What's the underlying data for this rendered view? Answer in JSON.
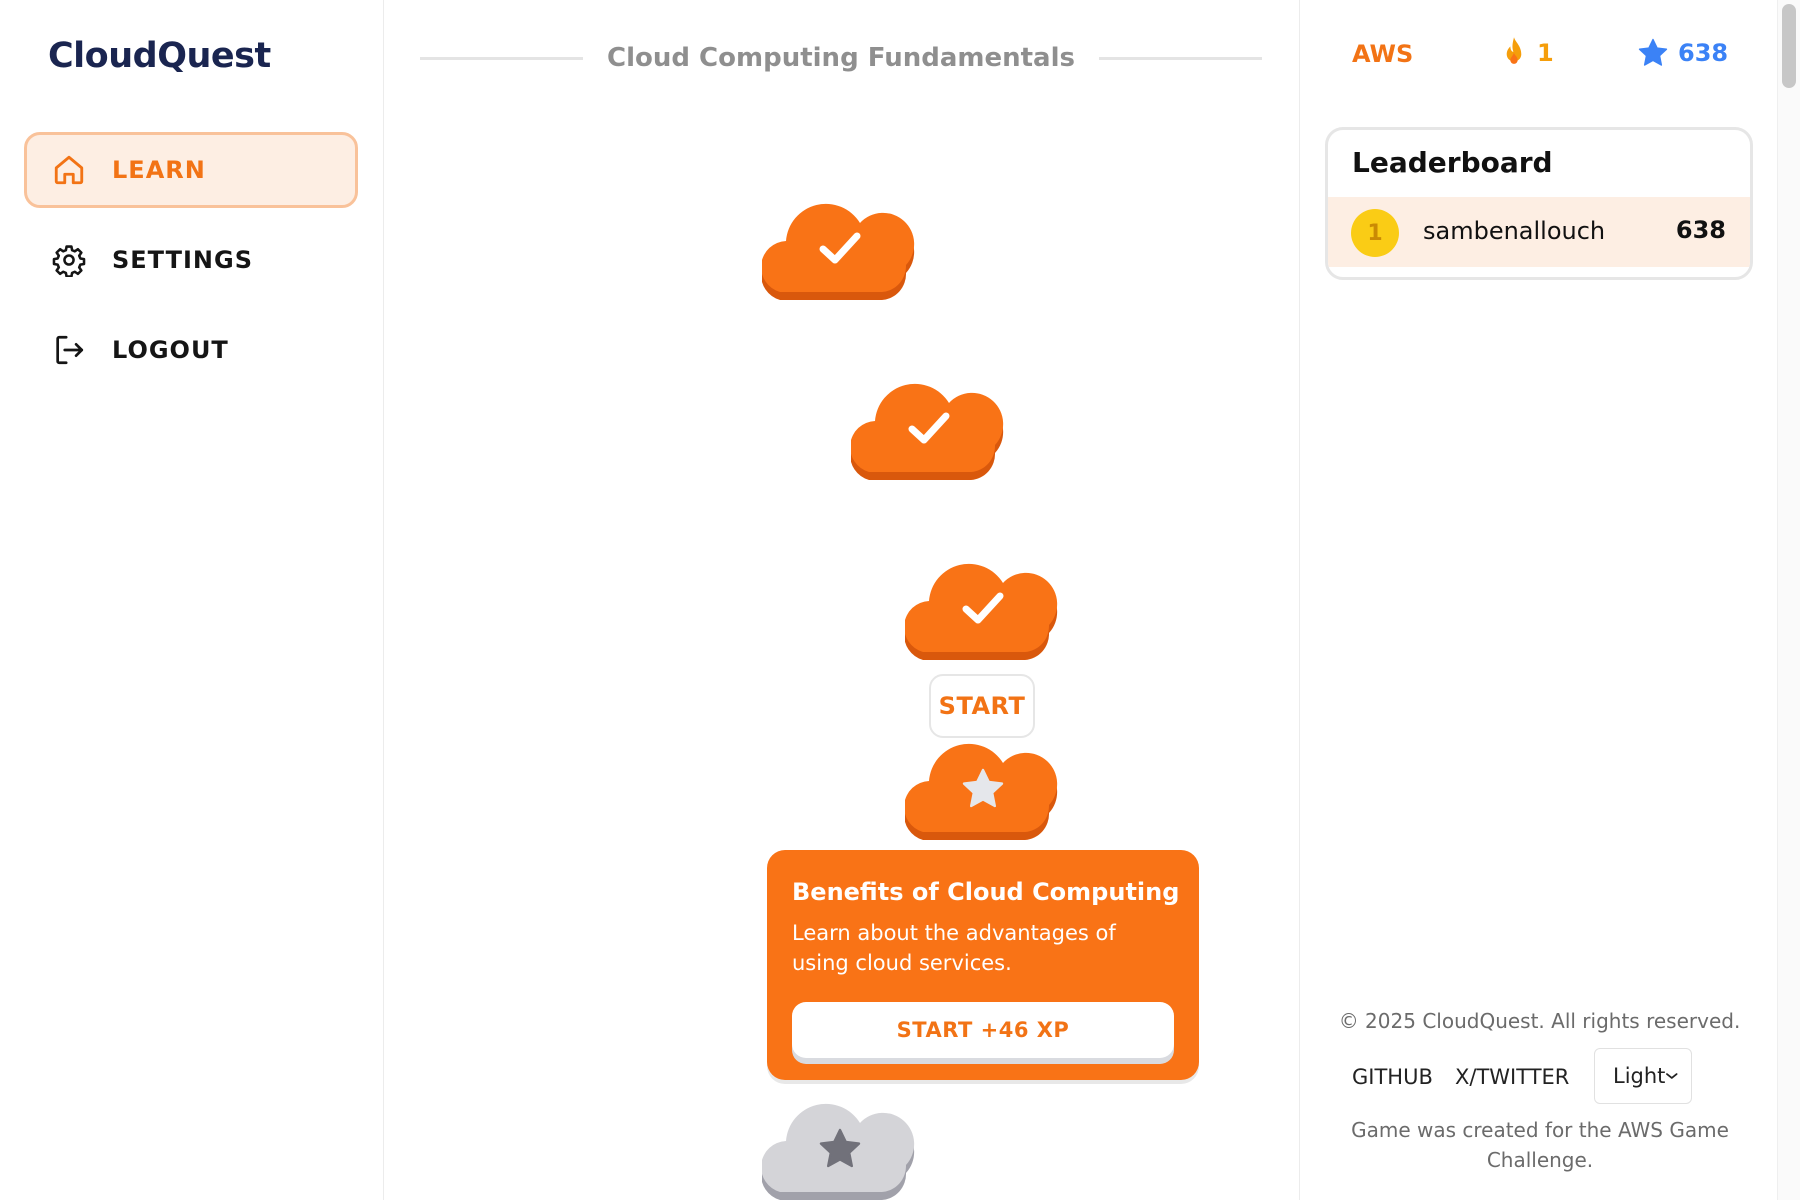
{
  "app": {
    "logo": "CloudQuest"
  },
  "sidebar": {
    "items": [
      {
        "label": "LEARN",
        "icon": "home-icon",
        "active": true
      },
      {
        "label": "SETTINGS",
        "icon": "gear-icon",
        "active": false
      },
      {
        "label": "LOGOUT",
        "icon": "logout-icon",
        "active": false
      }
    ]
  },
  "unit": {
    "title": "Cloud Computing Fundamentals"
  },
  "path": {
    "nodes": [
      {
        "state": "completed",
        "icon": "check-icon"
      },
      {
        "state": "completed",
        "icon": "check-icon"
      },
      {
        "state": "completed",
        "icon": "check-icon"
      },
      {
        "state": "current",
        "icon": "star-icon"
      },
      {
        "state": "locked",
        "icon": "star-icon"
      }
    ],
    "start_tag": "START"
  },
  "lesson_card": {
    "title": "Benefits of Cloud Computing",
    "description": "Learn about the advantages of using cloud services.",
    "button_label": "START +46 XP"
  },
  "stats": {
    "course": "AWS",
    "streak": "1",
    "streak_icon": "flame-icon",
    "xp": "638",
    "xp_icon": "star-icon"
  },
  "leaderboard": {
    "title": "Leaderboard",
    "rows": [
      {
        "rank": "1",
        "name": "sambenallouch",
        "score": "638"
      }
    ]
  },
  "footer": {
    "copyright": "© 2025 CloudQuest. All rights reserved.",
    "github": "GITHUB",
    "twitter": "X/TWITTER",
    "theme_selected": "Light",
    "credit": "Game was created for the AWS Game Challenge."
  },
  "colors": {
    "accent": "#f97316",
    "accent_dark": "#d9580c",
    "locked": "#d4d4d8",
    "locked_dark": "#a1a1aa",
    "xp": "#3b82f6",
    "streak": "#f59e0b",
    "brand": "#1a2550"
  }
}
